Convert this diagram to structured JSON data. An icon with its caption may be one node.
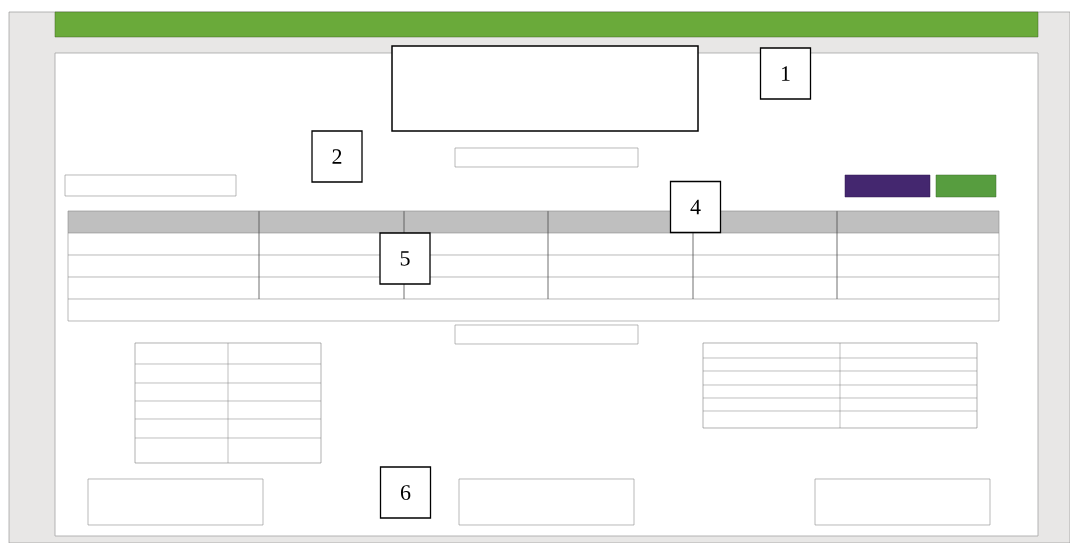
{
  "diagram": {
    "labels": [
      "1",
      "2",
      "4",
      "5",
      "6"
    ]
  }
}
